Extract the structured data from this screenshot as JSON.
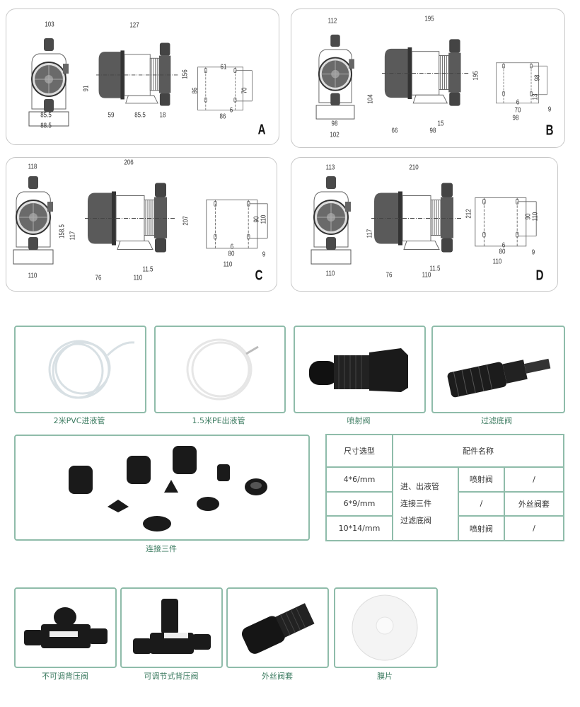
{
  "panels": [
    {
      "label": "A",
      "dims": [
        "103",
        "127",
        "156",
        "91",
        "85.5",
        "88.5",
        "59",
        "85.5",
        "18",
        "61",
        "86",
        "70",
        "6",
        "86"
      ]
    },
    {
      "label": "B",
      "dims": [
        "112",
        "195",
        "195",
        "104",
        "98",
        "102",
        "66",
        "98",
        "15",
        "98",
        "13",
        "6",
        "70",
        "9",
        "98"
      ]
    },
    {
      "label": "C",
      "dims": [
        "118",
        "206",
        "207",
        "158.5",
        "117",
        "110",
        "76",
        "110",
        "11.5",
        "90",
        "110",
        "6",
        "80",
        "9",
        "110"
      ]
    },
    {
      "label": "D",
      "dims": [
        "113",
        "210",
        "212",
        "117",
        "110",
        "76",
        "110",
        "11.5",
        "90",
        "110",
        "6",
        "80",
        "9",
        "110"
      ]
    }
  ],
  "accessories": [
    "2米PVC进液管",
    "1.5米PE出液管",
    "喷射阀",
    "过滤底阀",
    "连接三件"
  ],
  "table": {
    "header": [
      "尺寸选型",
      "配件名称"
    ],
    "sizes": [
      "4*6/mm",
      "6*9/mm",
      "10*14/mm"
    ],
    "common": [
      "进、出液管",
      "连接三件",
      "过滤底阀"
    ],
    "col2": [
      "喷射阀",
      "/",
      "喷射阀"
    ],
    "col3": [
      "/",
      "外丝阀套",
      "/"
    ]
  },
  "parts": [
    "不可调背压阀",
    "可调节式背压阀",
    "外丝阀套",
    "膜片"
  ],
  "colors": {
    "border": "#8fbcaa",
    "caption": "#3a7a5f"
  }
}
